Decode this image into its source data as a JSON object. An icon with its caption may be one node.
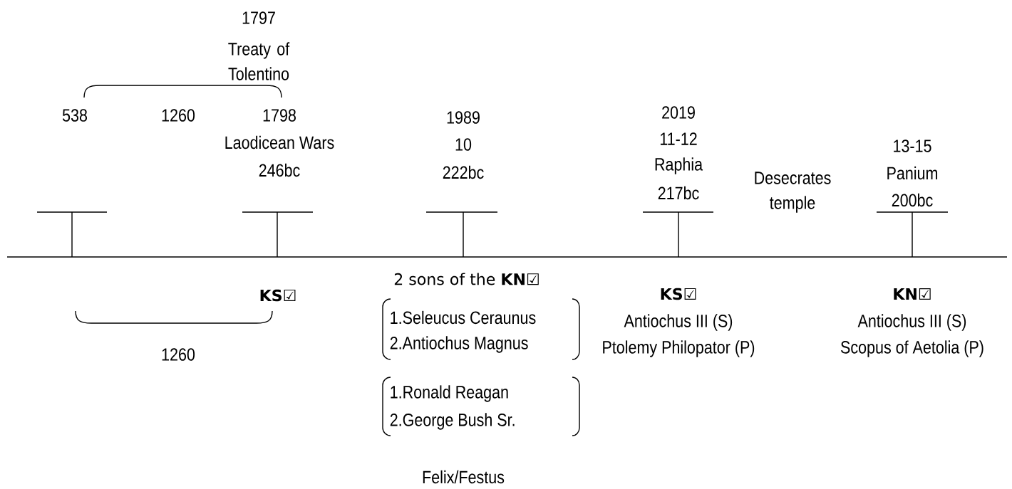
{
  "diagram": {
    "labels": [
      "1797",
      "Treaty of Tolentino",
      "538",
      "1260",
      "1798",
      "1989",
      "2019",
      "Laodicean Wars",
      "10",
      "11-12",
      "13-15",
      "246bc",
      "222bc",
      "Raphia",
      "Panium",
      "217bc",
      "Desecrates temple",
      "200bc",
      "**KS**☑",
      "2 sons of the **KN**☑",
      "**KS**☑",
      "**KN**☑",
      "1.Seleucus Ceraunus",
      "Antiochus III (S)",
      "Antiochus III (S)",
      "1260",
      "2.Antiochus Magnus",
      "Ptolemy Philopator (P)",
      "Scopus of Aetolia (P)",
      "1.Ronald Reagan",
      "2.George Bush Sr.",
      "Felix/Festus"
    ]
  }
}
